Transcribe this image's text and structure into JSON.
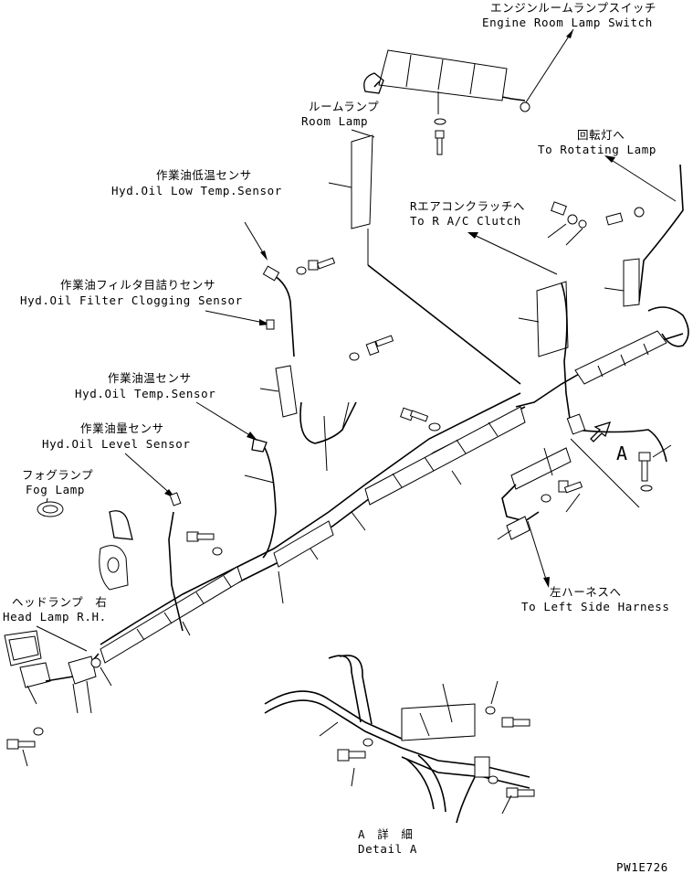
{
  "labels": {
    "engine_room_lamp_switch_jp": "エンジンルームランプスイッチ",
    "engine_room_lamp_switch_en": "Engine Room Lamp Switch",
    "room_lamp_jp": "ルームランプ",
    "room_lamp_en": "Room Lamp",
    "rotating_lamp_jp": "回転灯へ",
    "rotating_lamp_en": "To Rotating Lamp",
    "hyd_oil_low_temp_jp": "作業油低温センサ",
    "hyd_oil_low_temp_en": "Hyd.Oil Low Temp.Sensor",
    "r_ac_clutch_jp": "Rエアコンクラッチへ",
    "r_ac_clutch_en": "To R A/C Clutch",
    "filter_clogging_jp": "作業油フィルタ目詰りセンサ",
    "filter_clogging_en": "Hyd.Oil Filter Clogging Sensor",
    "hyd_oil_temp_jp": "作業油温センサ",
    "hyd_oil_temp_en": "Hyd.Oil Temp.Sensor",
    "hyd_oil_level_jp": "作業油量センサ",
    "hyd_oil_level_en": "Hyd.Oil Level Sensor",
    "fog_lamp_jp": "フォグランプ",
    "fog_lamp_en": "Fog Lamp",
    "head_lamp_jp": "ヘッドランプ　右",
    "head_lamp_en": "Head Lamp R.H.",
    "left_side_harness_jp": "左ハーネスへ",
    "left_side_harness_en": "To Left Side Harness",
    "view_marker": "A",
    "detail_jp": "A　詳　細",
    "detail_en": "Detail A",
    "drawing_code": "PW1E726"
  }
}
